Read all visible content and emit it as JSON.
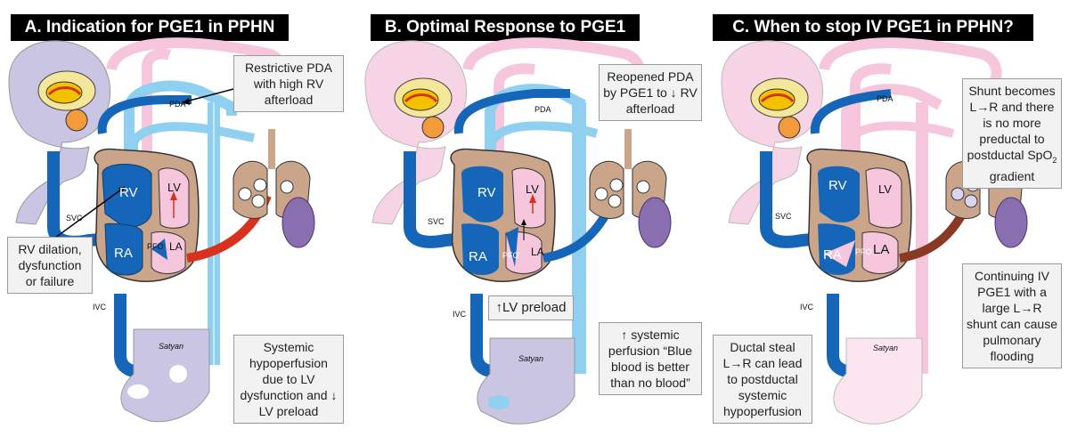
{
  "panels": [
    {
      "title": "A. Indication for PGE1 in PPHN",
      "notes": {
        "top": "Restrictive PDA with high RV afterload",
        "left": "RV dilation, dysfunction or failure",
        "bottom": "Systemic hypoperfusion due to LV dysfunction and ↓ LV preload"
      },
      "labels": {
        "pda": "PDA",
        "rv": "RV",
        "lv": "LV",
        "ra": "RA",
        "la": "LA",
        "pfo": "PFO",
        "svc": "SVC",
        "ivc": "IVC",
        "sign": "Satyan"
      }
    },
    {
      "title": "B. Optimal Response to PGE1",
      "notes": {
        "top": "Reopened PDA by PGE1 to ↓ RV afterload",
        "preload": "↑LV preload",
        "bottom": "↑ systemic perfusion “Blue blood is better than no blood”"
      },
      "labels": {
        "pda": "PDA",
        "rv": "RV",
        "lv": "LV",
        "ra": "RA",
        "la": "LA",
        "pfo": "PFO",
        "svc": "SVC",
        "ivc": "IVC",
        "sign": "Satyan"
      }
    },
    {
      "title": "C. When to stop IV PGE1 in PPHN?",
      "notes": {
        "top_a": "Shunt becomes L→R and there is no more preductal to postductal SpO",
        "top_sub": "2",
        "top_b": " gradient",
        "bottom_left": "Ductal steal L→R can lead to postductal systemic hypoperfusion",
        "bottom_right": "Continuing IV PGE1 with a large L→R shunt can cause pulmonary flooding"
      },
      "labels": {
        "pda": "PDA",
        "rv": "RV",
        "lv": "LV",
        "ra": "RA",
        "la": "LA",
        "pfo": "PFO",
        "svc": "SVC",
        "ivc": "IVC",
        "sign": "Satyan"
      }
    }
  ],
  "colors": {
    "blue_dark": "#1565b8",
    "blue_light": "#8fd0f0",
    "pink": "#f6c6dc",
    "red": "#d8321e",
    "brown": "#8a3a24",
    "baby_a": "#c9c5e3",
    "baby_b": "#f7d3e6",
    "baby_c": "#fbe6f0",
    "tan": "#caa58a"
  }
}
